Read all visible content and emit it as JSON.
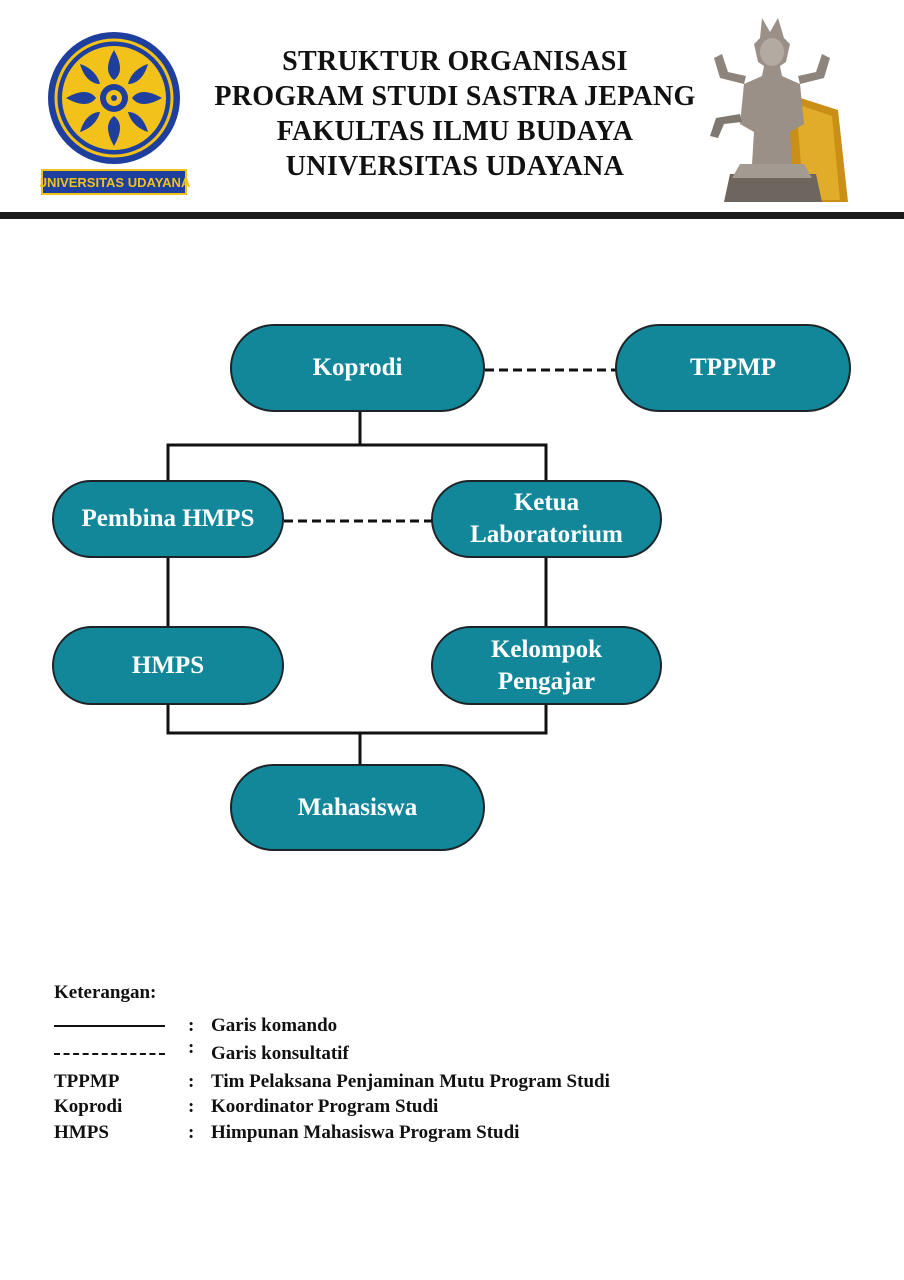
{
  "header": {
    "title_lines": [
      "STRUKTUR ORGANISASI",
      "PROGRAM STUDI SASTRA JEPANG",
      "FAKULTAS ILMU BUDAYA",
      "UNIVERSITAS UDAYANA"
    ],
    "logo_text": "UNIVERSITAS UDAYANA"
  },
  "colors": {
    "node_fill": "#13879a",
    "node_text": "#ffffff",
    "logo_blue": "#1f3f9e",
    "logo_gold": "#f2c21a"
  },
  "nodes": {
    "koprodi": "Koprodi",
    "tppmp": "TPPMP",
    "pembina_hmps": "Pembina HMPS",
    "ketua_lab": "Ketua\nLaboratorium",
    "hmps": "HMPS",
    "kelompok_pengajar": "Kelompok\nPengajar",
    "mahasiswa": "Mahasiswa"
  },
  "legend": {
    "title": "Keterangan:",
    "items": [
      {
        "key": "",
        "desc": "Garis komando",
        "line": "solid"
      },
      {
        "key": "",
        "desc": "Garis konsultatif",
        "line": "dashed"
      },
      {
        "key": "TPPMP",
        "desc": "Tim Pelaksana Penjaminan Mutu Program Studi",
        "line": "none"
      },
      {
        "key": "Koprodi",
        "desc": "Koordinator Program Studi",
        "line": "none"
      },
      {
        "key": "HMPS",
        "desc": "Himpunan Mahasiswa Program Studi",
        "line": "none"
      }
    ],
    "separator": ":"
  }
}
